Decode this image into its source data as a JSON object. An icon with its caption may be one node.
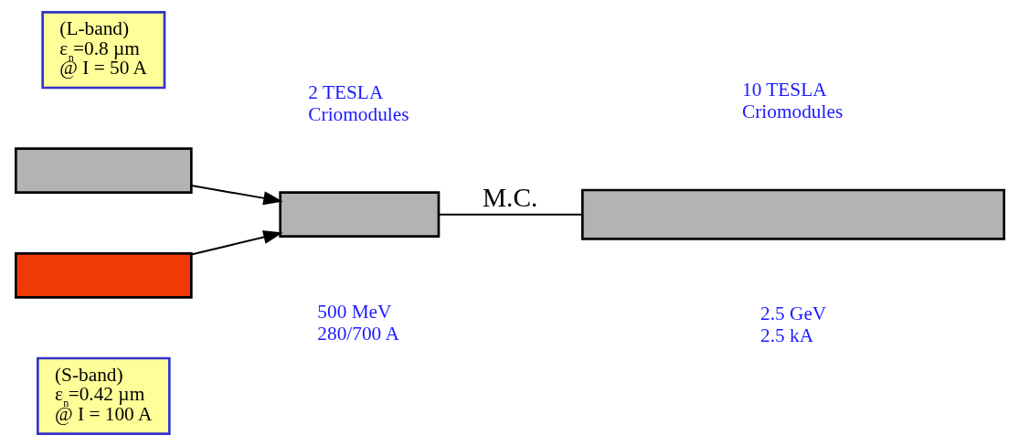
{
  "diagram": {
    "nodes": [
      {
        "text": [
          "(L-band) ε$_{n}$=0.8 µm @ I = 50 A"
        ]
      },
      {
        "text": [],
        "shape": "box"
      },
      {
        "text": [],
        "shape": "box"
      },
      {
        "text": [],
        "shape": "box",
        "beside": [
          "2 TESLA Criomodules",
          "500 MeV 280/700 A"
        ]
      },
      {
        "text": [],
        "shape": "box",
        "beside": [
          "10 TESLA Criomodules",
          "2.5 GeV 2.5 kA"
        ]
      },
      {
        "text": [
          "(S-band) ε$_{n}$=0.42 µm @ I = 100 A"
        ]
      }
    ],
    "edges": [
      {
        "from": 1,
        "to": 3,
        "arrow": "to"
      },
      {
        "from": 2,
        "to": 3,
        "arrow": "to"
      },
      {
        "from": 3,
        "to": 4,
        "arrow": "none",
        "label": "M.C."
      }
    ]
  }
}
